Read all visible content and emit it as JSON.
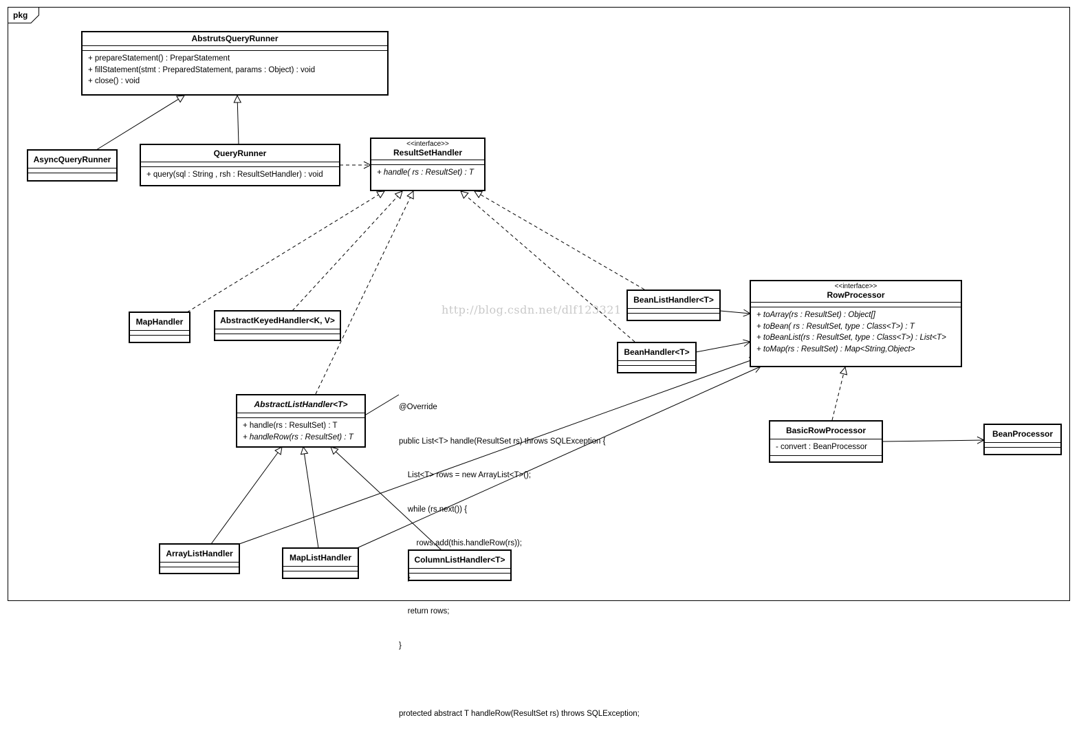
{
  "frame": {
    "label": "pkg"
  },
  "classes": {
    "abstruts_query_runner": {
      "name": "AbstrutsQueryRunner",
      "methods": [
        {
          "text": "+ prepareStatement() : PreparStatement"
        },
        {
          "text": "+ fillStatement(stmt : PreparedStatement, params : Object) : void"
        },
        {
          "text": "+ close() : void"
        }
      ]
    },
    "async_query_runner": {
      "name": "AsyncQueryRunner"
    },
    "query_runner": {
      "name": "QueryRunner",
      "methods": [
        {
          "text": "+ query(sql : String , rsh : ResultSetHandler) : void"
        }
      ]
    },
    "result_set_handler": {
      "stereotype": "<<interface>>",
      "name": "ResultSetHandler",
      "methods": [
        {
          "text": "+ handle( rs : ResultSet) : T",
          "abstract": true
        }
      ]
    },
    "map_handler": {
      "name": "MapHandler"
    },
    "abstract_keyed_handler": {
      "name": "AbstractKeyedHandler<K, V>"
    },
    "bean_list_handler": {
      "name": "BeanListHandler<T>"
    },
    "bean_handler": {
      "name": "BeanHandler<T>"
    },
    "row_processor": {
      "stereotype": "<<interface>>",
      "name": "RowProcessor",
      "methods": [
        {
          "text": "+ toArray(rs : ResultSet) : Object[]",
          "abstract": true
        },
        {
          "text": "+ toBean( rs : ResultSet,  type : Class<T>) : T",
          "abstract": true
        },
        {
          "text": "+ toBeanList(rs : ResultSet, type : Class<T>) : List<T>",
          "abstract": true
        },
        {
          "text": "+ toMap(rs : ResultSet) : Map<String,Object>",
          "abstract": true
        }
      ]
    },
    "abstract_list_handler": {
      "name": "AbstractListHandler<T>",
      "methods": [
        {
          "text": "+ handle(rs : ResultSet) : T"
        },
        {
          "text": "+ handleRow(rs : ResultSet) : T",
          "abstract": true
        }
      ]
    },
    "basic_row_processor": {
      "name": "BasicRowProcessor",
      "attributes": [
        {
          "text": "- convert : BeanProcessor"
        }
      ]
    },
    "bean_processor": {
      "name": "BeanProcessor"
    },
    "array_list_handler": {
      "name": "ArrayListHandler"
    },
    "map_list_handler": {
      "name": "MapListHandler"
    },
    "column_list_handler": {
      "name": "ColumnListHandler<T>"
    }
  },
  "note": {
    "lines": [
      "@Override",
      "public List<T> handle(ResultSet rs) throws SQLException {",
      "    List<T> rows = new ArrayList<T>();",
      "    while (rs.next()) {",
      "        rows.add(this.handleRow(rs));",
      "    }",
      "    return rows;",
      "}",
      "",
      "protected abstract T handleRow(ResultSet rs) throws SQLException;"
    ]
  },
  "watermark": "http://blog.csdn.net/dlf123321"
}
